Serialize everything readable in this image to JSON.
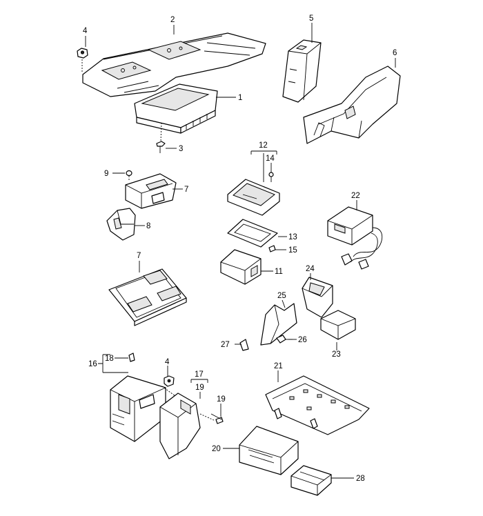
{
  "labels": {
    "p1": "1",
    "p2": "2",
    "p3": "3",
    "p4a": "4",
    "p4b": "4",
    "p5": "5",
    "p6": "6",
    "p7a": "7",
    "p7b": "7",
    "p8": "8",
    "p9": "9",
    "p11": "11",
    "p12": "12",
    "p13": "13",
    "p14": "14",
    "p15": "15",
    "p16": "16",
    "p17": "17",
    "p18": "18",
    "p19a": "19",
    "p19b": "19",
    "p20": "20",
    "p21": "21",
    "p22": "22",
    "p23": "23",
    "p24": "24",
    "p25": "25",
    "p26": "26",
    "p27": "27",
    "p28": "28"
  }
}
